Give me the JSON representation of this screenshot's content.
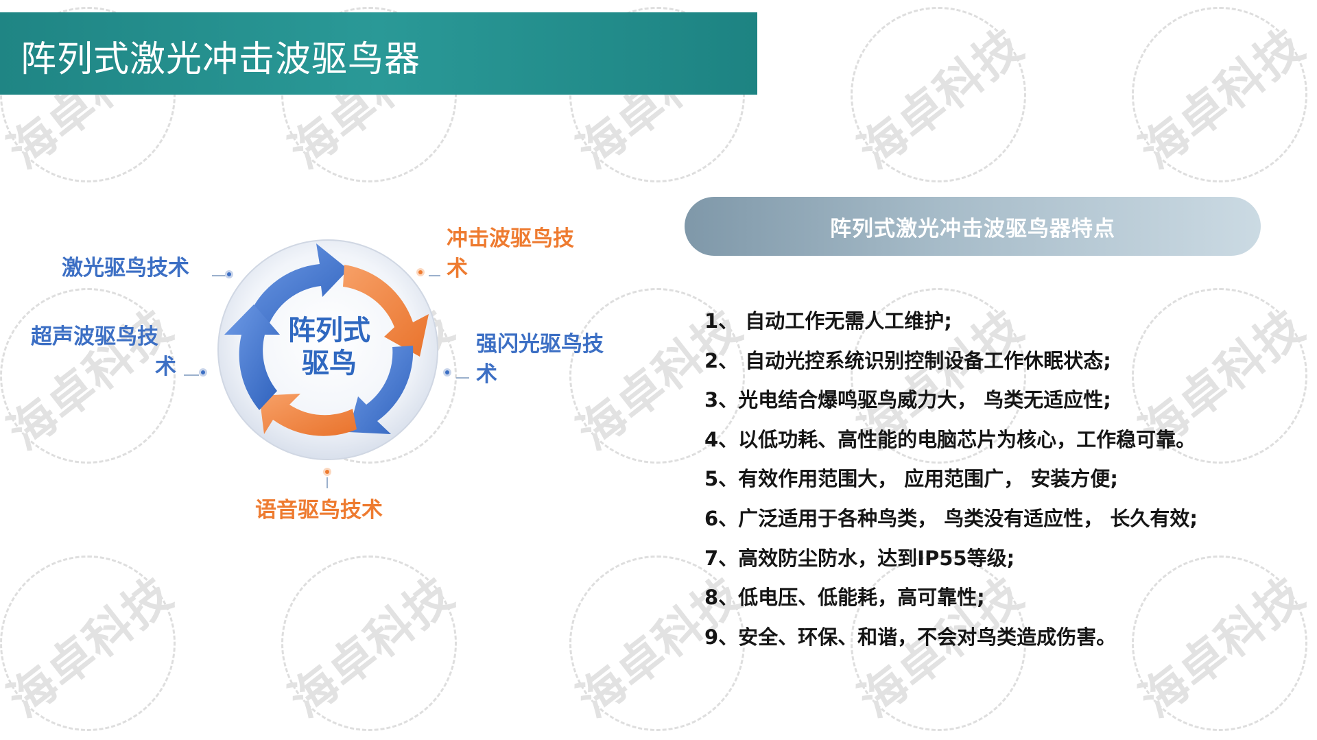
{
  "header": {
    "title": "阵列式激光冲击波驱鸟器"
  },
  "watermark_text": "海卓科技",
  "diagram": {
    "center_lines": [
      "阵列式",
      "驱鸟"
    ],
    "labels": {
      "laser": "激光驱鸟技术",
      "shockwave_line1": "冲击波驱鸟技",
      "shockwave_line2": "术",
      "strobe_line1": "强闪光驱鸟技",
      "strobe_line2": "术",
      "ultrasonic_line1": "超声波驱鸟技",
      "ultrasonic_line2": "术",
      "voice": "语音驱鸟技术"
    },
    "colors": {
      "blue": "#3c6fc4",
      "orange": "#ee7b30"
    }
  },
  "features_panel": {
    "title": "阵列式激光冲击波驱鸟器特点",
    "items": [
      "1、 自动工作无需人工维护;",
      "2、 自动光控系统识别控制设备工作休眠状态;",
      "3、光电结合爆鸣驱鸟威力大， 鸟类无适应性;",
      "4、以低功耗、高性能的电脑芯片为核心，工作稳可靠。",
      "5、有效作用范围大， 应用范围广， 安装方便;",
      "6、广泛适用于各种鸟类， 鸟类没有适应性， 长久有效;",
      "7、高效防尘防水，达到IP55等级;",
      "8、低电压、低能耗，高可靠性;",
      "9、安全、环保、和谐，不会对鸟类造成伤害。"
    ]
  }
}
